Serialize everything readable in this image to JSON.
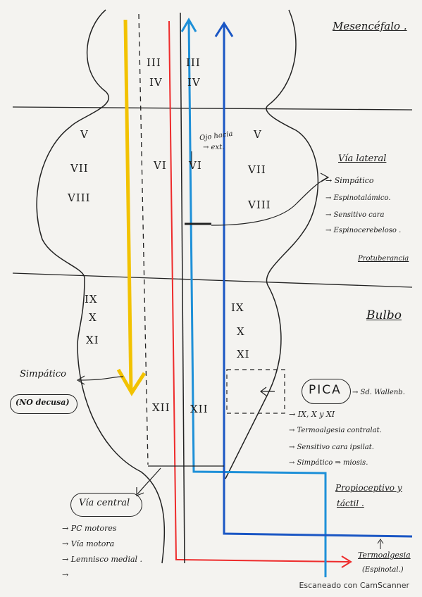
{
  "regions": {
    "mesencefalo": "Mesencéfalo .",
    "protuberancia": "Protuberancia",
    "bulbo": "Bulbo"
  },
  "nerves": {
    "left_iii": "III",
    "left_iv": "IV",
    "right_iii": "III",
    "right_iv": "IV",
    "left_v": "V",
    "right_v": "V",
    "left_vii": "VII",
    "left_viii": "VIII",
    "right_vii": "VII",
    "right_viii": "VIII",
    "mid_vi_left": "VI",
    "mid_vi_right": "VI",
    "left_ix": "IX",
    "left_x": "X",
    "left_xi": "XI",
    "right_ix": "IX",
    "right_x": "X",
    "right_xi": "XI",
    "xii_left": "XII",
    "xii_right": "XII"
  },
  "annotations": {
    "ojo_line1": "Ojo hacia",
    "ojo_line2": "→ ext."
  },
  "via_lateral": {
    "title": "Vía lateral",
    "items": [
      "→ Simpático",
      "→ Espinotalámico.",
      "→ Sensitivo cara",
      "→ Espinocerebeloso ."
    ]
  },
  "simpatico": {
    "label": "Simpático",
    "note": "(NO decusa)"
  },
  "pica": {
    "label": "PICA",
    "arrow_target": "→ Sd. Wallenb.",
    "items": [
      "→ IX, X y XI",
      "→ Termoalgesia contralat.",
      "→ Sensitivo cara ipsilat.",
      "→ Simpático ⇒ miosis."
    ]
  },
  "propioceptivo": {
    "line1": "Propioceptivo y",
    "line2": "táctil ."
  },
  "via_central": {
    "title": "Vía central",
    "items": [
      "→ PC motores",
      "→ Vía motora",
      "→ Lemnisco medial .",
      "→"
    ]
  },
  "termoalgesia": {
    "line1": "Termoalgesia",
    "line2": "(Espinotal.)"
  },
  "footer": "Escaneado con CamScanner",
  "colors": {
    "yellow": "#f2c200",
    "red": "#ee2b2b",
    "blue": "#1a56c4",
    "cyan": "#1e90d8",
    "ink": "#1a1a1a"
  }
}
